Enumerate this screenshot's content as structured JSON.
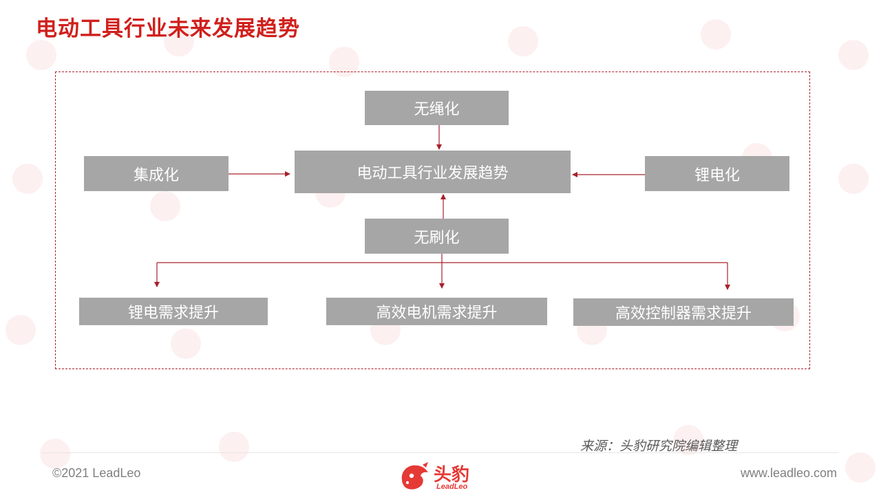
{
  "page": {
    "title": "电动工具行业未来发展趋势"
  },
  "diagram": {
    "center": "电动工具行业发展趋势",
    "top": "无绳化",
    "left": "集成化",
    "right": "锂电化",
    "bottom": "无刷化",
    "outcomes": [
      "锂电需求提升",
      "高效电机需求提升",
      "高效控制器需求提升"
    ]
  },
  "footer": {
    "source": "来源：头豹研究院编辑整理",
    "copyright": "©2021 LeadLeo",
    "website": "www.leadleo.com",
    "logo_cn": "头豹",
    "logo_en": "LeadLeo"
  },
  "colors": {
    "title": "#d0201c",
    "node_fill": "#a6a6a6",
    "connector": "#a8202a",
    "brand": "#e53935"
  }
}
